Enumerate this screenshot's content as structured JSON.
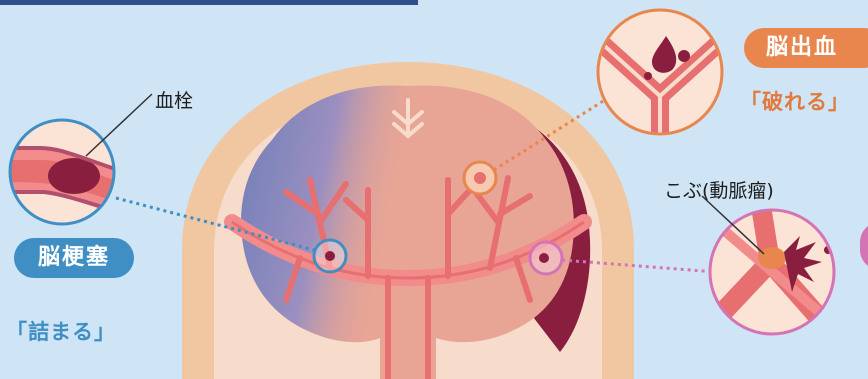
{
  "labels": {
    "clot": "血栓",
    "aneurysm": "こぶ(動脈瘤)"
  },
  "infarction": {
    "title": "脳梗塞",
    "subtitle": "「詰まる」",
    "color": "#3f8fc4"
  },
  "hemorrhage": {
    "title": "脳出血",
    "subtitle": "「破れる」",
    "color": "#e8864e"
  },
  "colors": {
    "background": "#cfe4f4",
    "skull": "#f0c7a0",
    "brain": "#e8a595",
    "vessel": "#e86f6f",
    "blood": "#8a1e3f",
    "ischemia": "#6f7fb8",
    "aneurysm_ring": "#d474b5"
  }
}
